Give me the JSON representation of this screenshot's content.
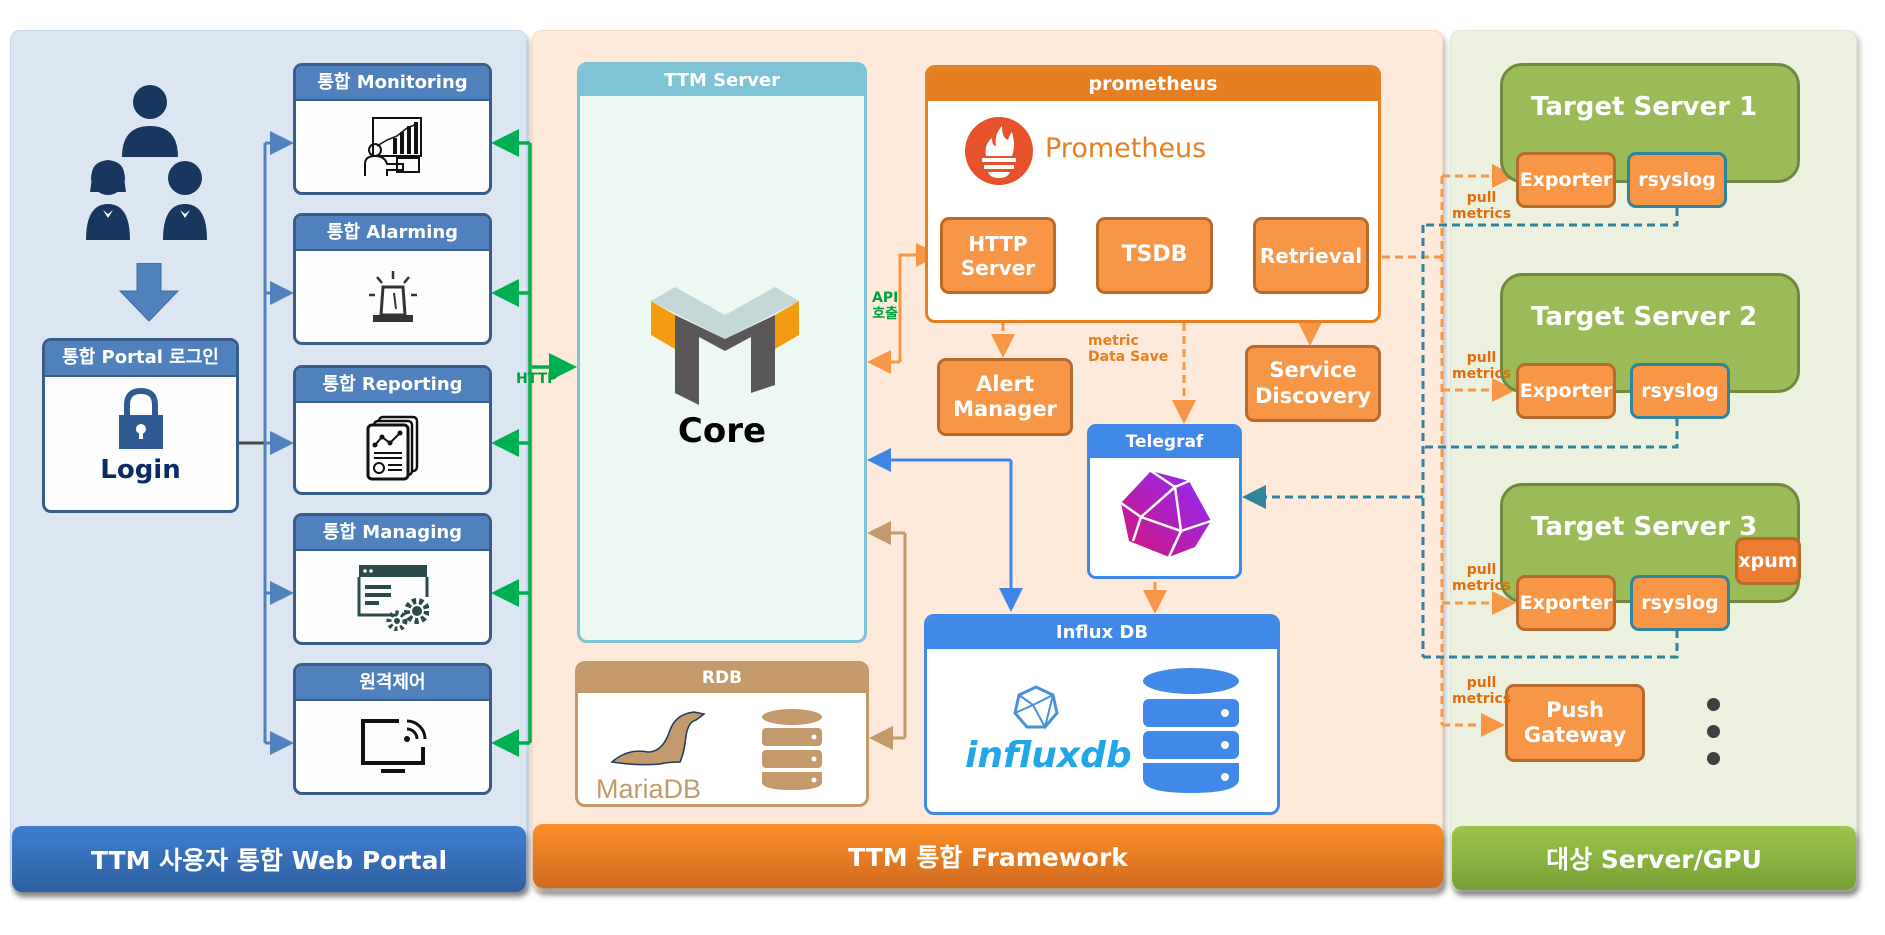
{
  "sections": {
    "portal": {
      "banner": "TTM 사용자 통합 Web Portal"
    },
    "framework": {
      "banner": "TTM 통합 Framework"
    },
    "targets": {
      "banner": "대상 Server/GPU"
    }
  },
  "portal": {
    "login_box": {
      "title": "통합 Portal 로그인",
      "label": "Login"
    },
    "modules": [
      {
        "title": "통합 Monitoring",
        "icon": "monitoring-presentation-icon"
      },
      {
        "title": "통합 Alarming",
        "icon": "siren-alarm-icon"
      },
      {
        "title": "통합 Reporting",
        "icon": "report-document-icon"
      },
      {
        "title": "통합 Managing",
        "icon": "settings-window-icon"
      },
      {
        "title": "원격제어",
        "icon": "remote-monitor-icon"
      }
    ],
    "http_label": "HTTP"
  },
  "framework": {
    "ttm_server": {
      "title": "TTM Server",
      "core_label": "Core"
    },
    "api_label_1": "API",
    "api_label_2": "호출",
    "rdb": {
      "title": "RDB",
      "brand": "MariaDB"
    },
    "prometheus": {
      "title": "prometheus",
      "brand": "Prometheus",
      "http_server": "HTTP Server",
      "tsdb": "TSDB",
      "retrieval": "Retrieval"
    },
    "alert_manager": "Alert Manager",
    "service_discovery": "Service Discovery",
    "metric_label_1": "metric",
    "metric_label_2": "Data Save",
    "telegraf": {
      "title": "Telegraf"
    },
    "influxdb": {
      "title": "Influx DB",
      "brand": "influxdb"
    }
  },
  "targets": {
    "servers": [
      {
        "name": "Target Server 1",
        "exporter": "Exporter",
        "rsyslog": "rsyslog"
      },
      {
        "name": "Target Server 2",
        "exporter": "Exporter",
        "rsyslog": "rsyslog"
      },
      {
        "name": "Target Server 3",
        "exporter": "Exporter",
        "rsyslog": "rsyslog",
        "xpum": "xpum"
      }
    ],
    "pull_label_1": "pull",
    "pull_label_2": "metrics",
    "push_gateway": "Push Gateway"
  },
  "colors": {
    "portal_blue": "#4f81bd",
    "framework_orange": "#f79646",
    "prometheus_orange": "#e67e22",
    "target_green": "#9bbb59",
    "http_green": "#00b050",
    "influx_blue": "#4189e8",
    "rdb_brown": "#c49a6c",
    "teal_dashed": "#31849b"
  }
}
